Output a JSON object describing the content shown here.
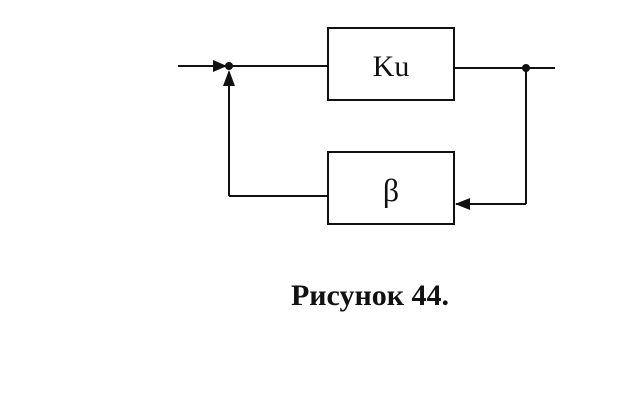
{
  "diagram": {
    "forward_block": {
      "label": "Ku"
    },
    "feedback_block": {
      "label": "β"
    }
  },
  "caption": "Рисунок 44."
}
